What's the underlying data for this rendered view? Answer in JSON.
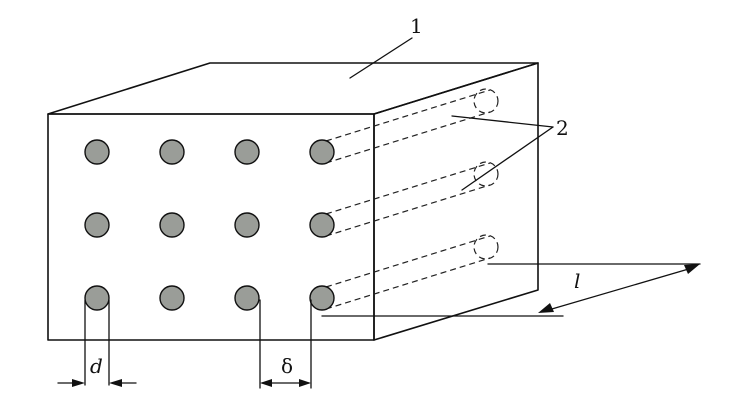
{
  "labels": {
    "top_face": "1",
    "channels": "2",
    "diameter": "d",
    "spacing": "δ",
    "length": "l"
  },
  "grid": {
    "rows": 3,
    "cols": 4
  },
  "colors": {
    "line": "#111111",
    "tube_fill": "#9a9d98",
    "background": "#ffffff"
  }
}
